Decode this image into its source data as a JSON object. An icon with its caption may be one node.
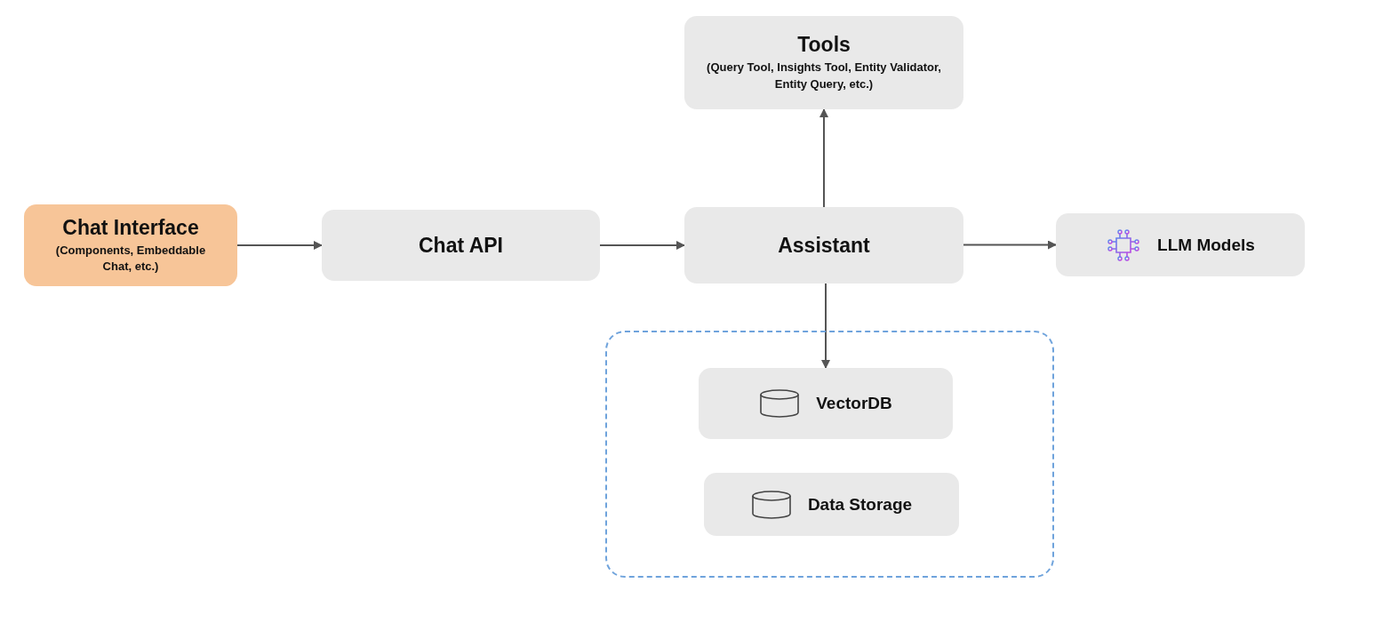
{
  "diagram": {
    "nodes": [
      {
        "text": [
          "Tools",
          "(Query Tool, Insights Tool, Entity Validator, Entity Query, etc.)"
        ]
      },
      {
        "text": [
          "Chat Interface",
          "(Components, Embeddable Chat, etc.)"
        ]
      },
      {
        "text": [
          "Chat API"
        ]
      },
      {
        "text": [
          "Assistant"
        ]
      },
      {
        "text": [
          "LLM Models"
        ]
      },
      {
        "text": [],
        "shape": "box"
      },
      {
        "text": [
          "VectorDB"
        ],
        "in": 5
      },
      {
        "text": [
          "Data Storage"
        ],
        "in": 5
      }
    ],
    "edges": [
      {
        "from": 1,
        "to": 2,
        "arrow": "to"
      },
      {
        "from": 2,
        "to": 3,
        "arrow": "to"
      },
      {
        "from": 3,
        "to": 0,
        "arrow": "to"
      },
      {
        "from": 3,
        "to": 4,
        "arrow": "to"
      },
      {
        "from": 3,
        "to": 6,
        "arrow": "to"
      }
    ]
  }
}
